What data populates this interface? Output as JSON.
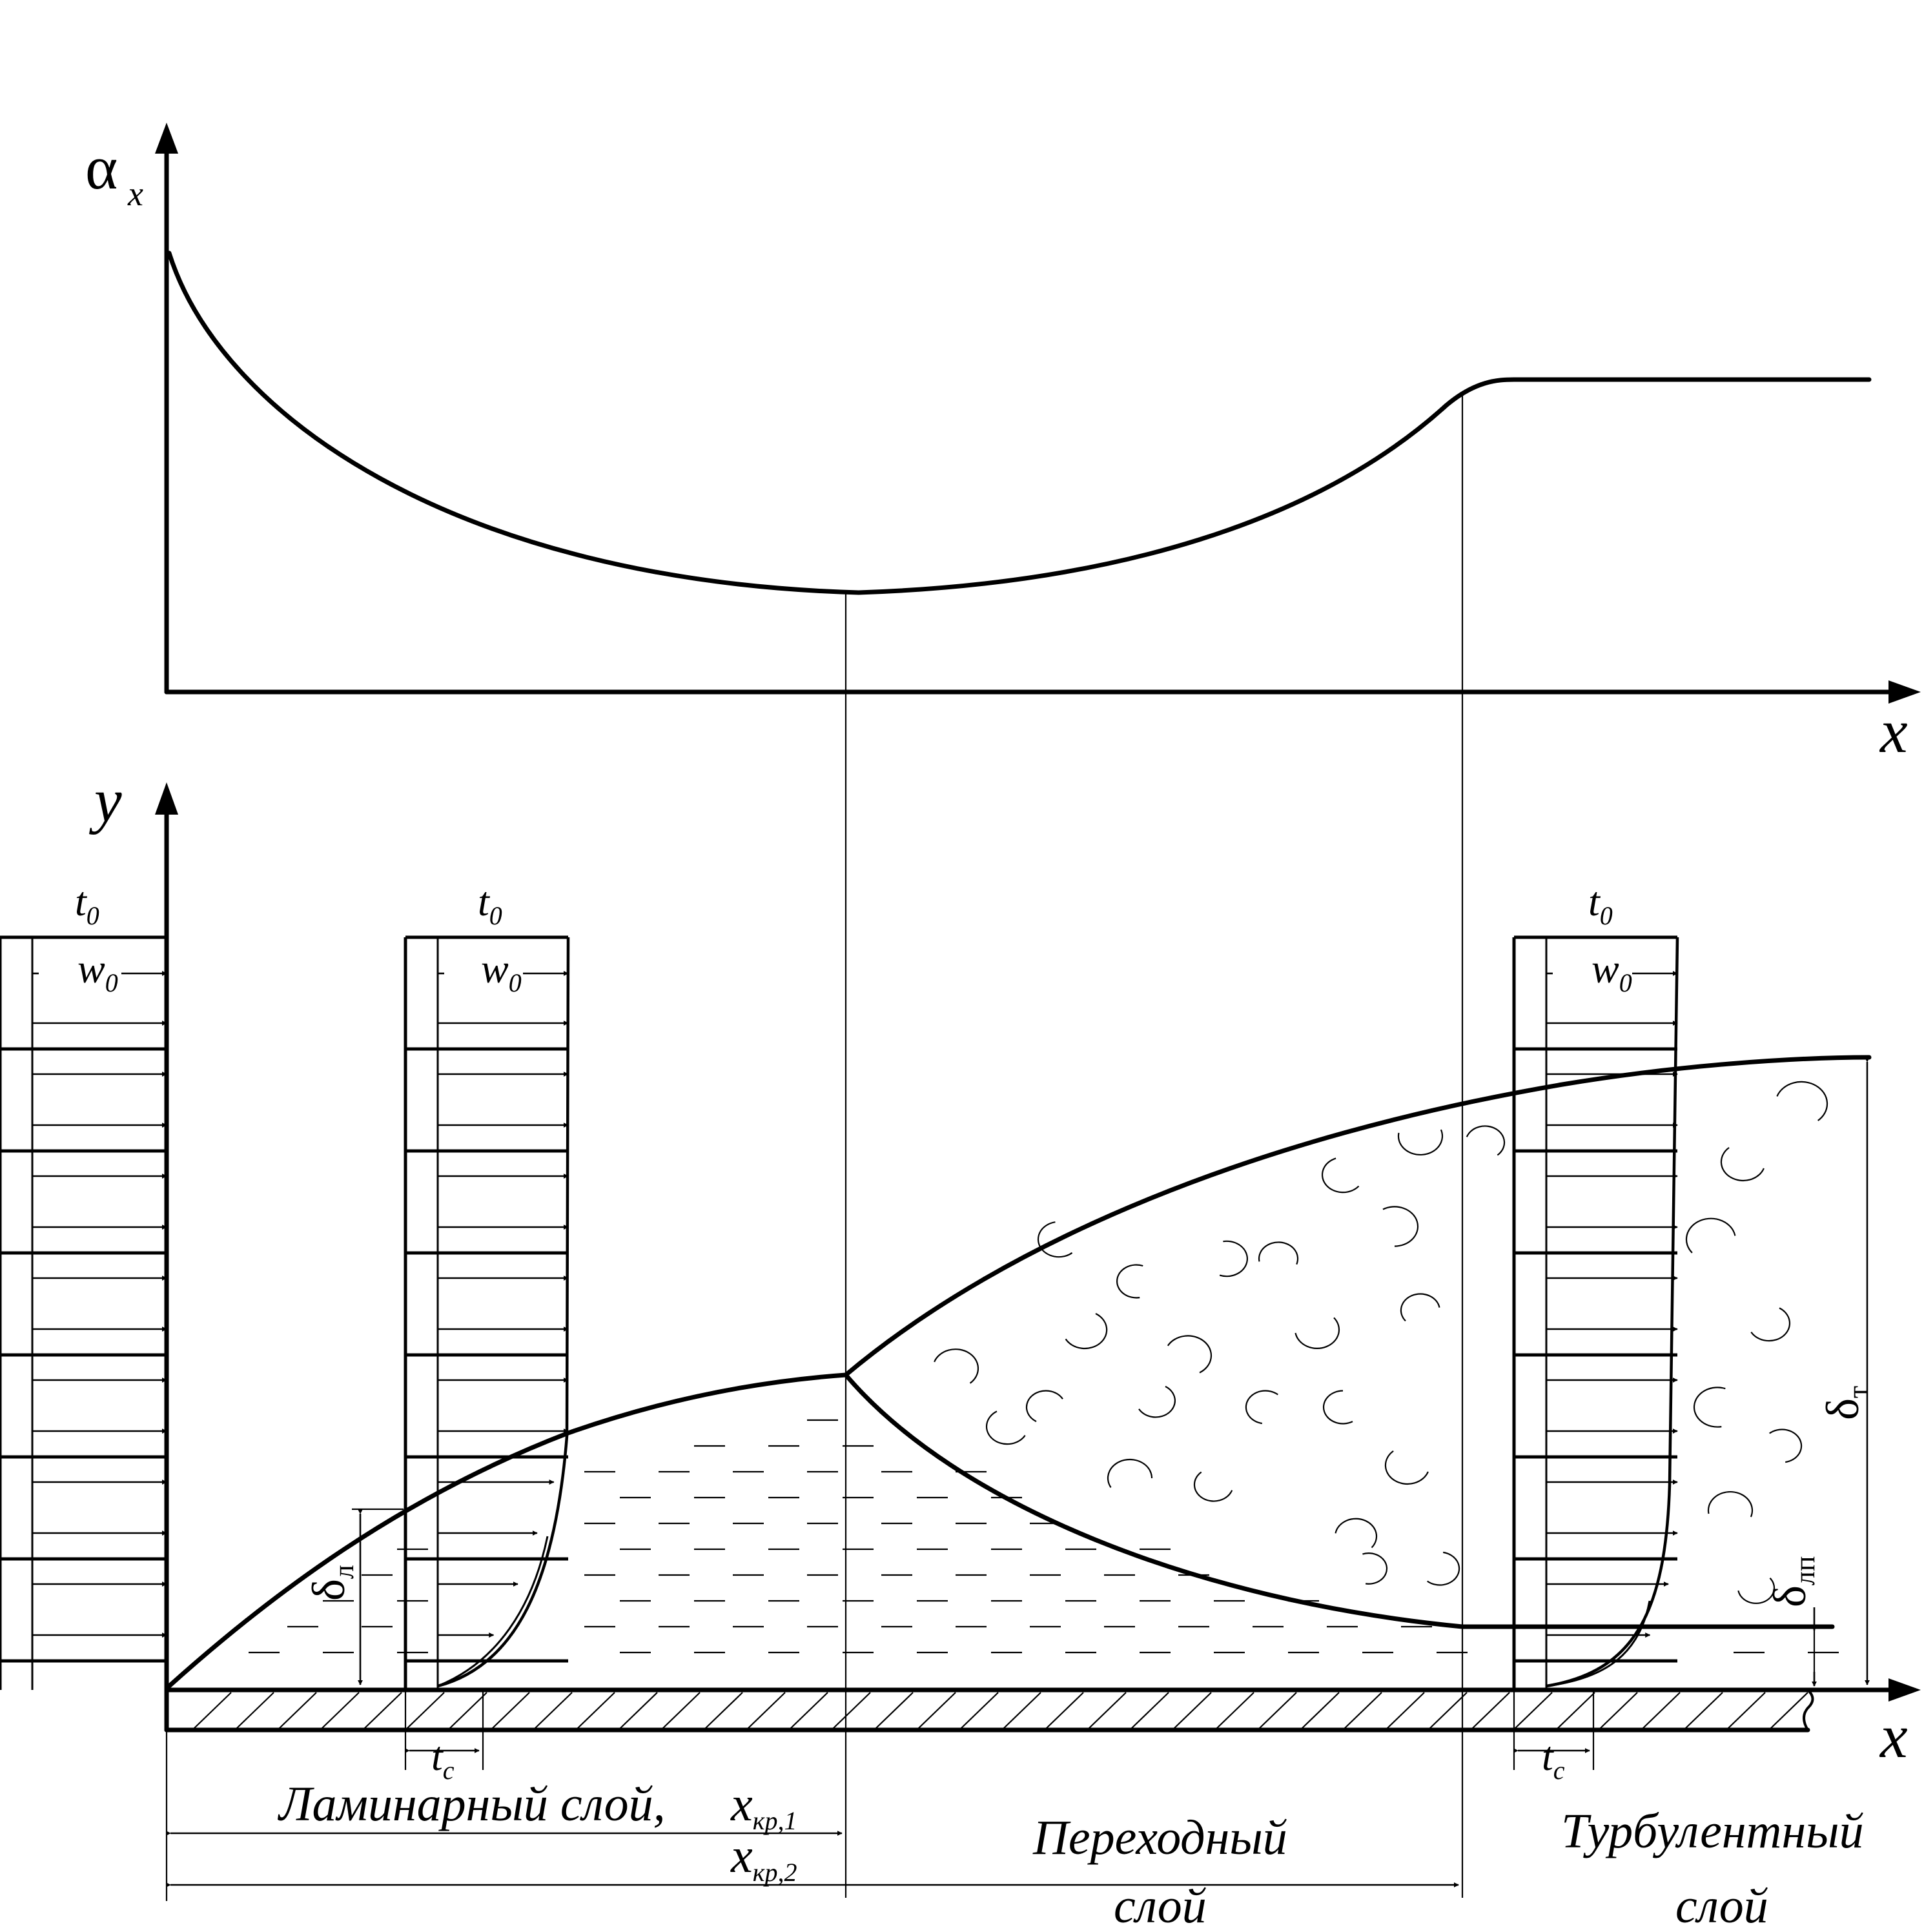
{
  "top_chart": {
    "y_axis_label": "α",
    "y_axis_subscript": "x",
    "x_axis_label": "x"
  },
  "bottom_diagram": {
    "y_axis_label": "y",
    "x_axis_label": "x",
    "inlet_temperature": {
      "main": "t",
      "sub": "0"
    },
    "free_stream_velocity": {
      "main": "w",
      "sub": "0"
    },
    "wall_temperature": {
      "main": "t",
      "sub": "c"
    },
    "laminar_thickness": {
      "main": "δ",
      "sub": "л"
    },
    "turbulent_thickness": {
      "main": "δ",
      "sub": "т"
    },
    "sublayer_thickness": {
      "main": "δ",
      "sub": "лп"
    },
    "laminar_label": "Ламинарный слой,",
    "x_cr1": {
      "main": "x",
      "sub": "кр,1"
    },
    "x_cr2": {
      "main": "x",
      "sub": "кр,2"
    },
    "transition_label_line1": "Переходный",
    "transition_label_line2": "слой",
    "turbulent_label_line1": "Турбулентный",
    "turbulent_label_line2": "слой"
  },
  "colors": {
    "ink": "#000000",
    "background": "#ffffff"
  }
}
